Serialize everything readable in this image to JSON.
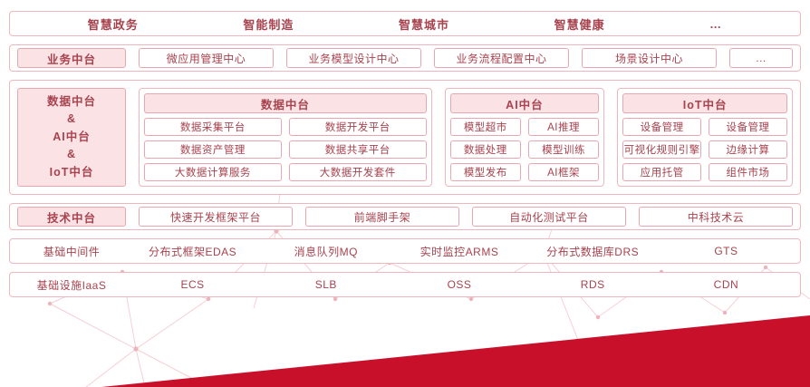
{
  "colors": {
    "accent_red": "#C9102B",
    "pink_fill": "#FBE3E5",
    "box_border": "#E9A6AE",
    "layer_border": "#EFB7BD",
    "text": "#A8424E"
  },
  "scenarios": {
    "items": [
      "智慧政务",
      "智能制造",
      "智慧城市",
      "智慧健康",
      "…"
    ]
  },
  "business": {
    "label": "业务中台",
    "items": [
      "微应用管理中心",
      "业务模型设计中心",
      "业务流程配置中心",
      "场景设计中心"
    ],
    "more": "…"
  },
  "platforms": {
    "label_lines": [
      "数据中台",
      "&",
      "AI中台",
      "&",
      "IoT中台"
    ],
    "data": {
      "title": "数据中台",
      "items": [
        "数据采集平台",
        "数据开发平台",
        "数据资产管理",
        "数据共享平台",
        "大数据计算服务",
        "大数据开发套件"
      ]
    },
    "ai": {
      "title": "AI中台",
      "items": [
        "模型超市",
        "AI推理",
        "数据处理",
        "模型训练",
        "模型发布",
        "AI框架"
      ]
    },
    "iot": {
      "title": "IoT中台",
      "items": [
        "设备管理",
        "设备管理",
        "可视化规则引擎",
        "边缘计算",
        "应用托管",
        "组件市场"
      ]
    }
  },
  "tech": {
    "label": "技术中台",
    "items": [
      "快速开发框架平台",
      "前端脚手架",
      "自动化测试平台",
      "中科技术云"
    ]
  },
  "middleware": {
    "label": "基础中间件",
    "items": [
      "分布式框架EDAS",
      "消息队列MQ",
      "实时监控ARMS",
      "分布式数据库DRS",
      "GTS"
    ]
  },
  "iaas": {
    "label": "基础设施IaaS",
    "items": [
      "ECS",
      "SLB",
      "OSS",
      "RDS",
      "CDN"
    ]
  }
}
